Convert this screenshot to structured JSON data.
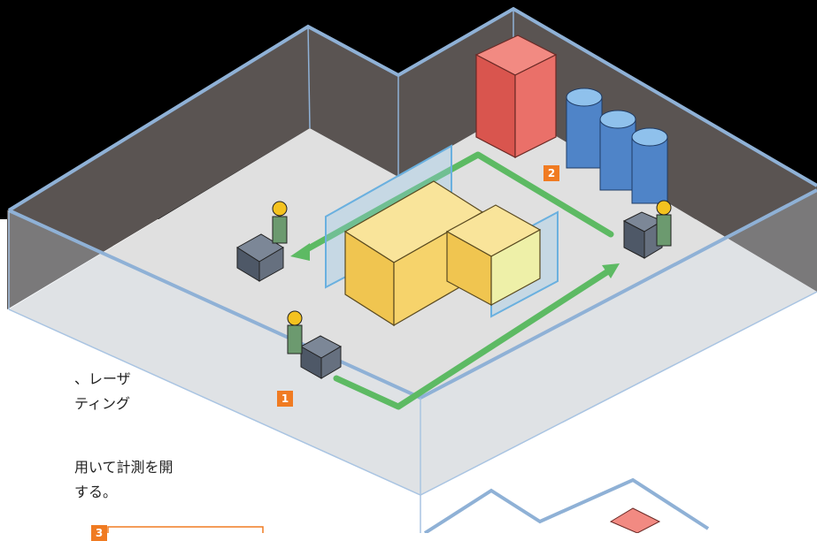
{
  "colors": {
    "dark_band": "#000000",
    "wall_dark": "#5a5452",
    "floor": "#dcdcdc",
    "wall_edge": "#8fb1d6",
    "path_green": "#5dba63",
    "box_yellow": "#f6d36b",
    "box_red": "#ea7069",
    "barrel_blue": "#4f84c8",
    "marker_orange": "#f07b22"
  },
  "markers": [
    {
      "label": "1"
    },
    {
      "label": "2"
    },
    {
      "label": "3"
    }
  ],
  "side_text": {
    "line1": "、レーザ",
    "line2": "ティング",
    "line3": "用いて計測を開",
    "line4": "する。"
  },
  "icons": [
    "worker-icon",
    "scanner-cart-icon",
    "pallet-icon",
    "barrel-stack-icon"
  ]
}
